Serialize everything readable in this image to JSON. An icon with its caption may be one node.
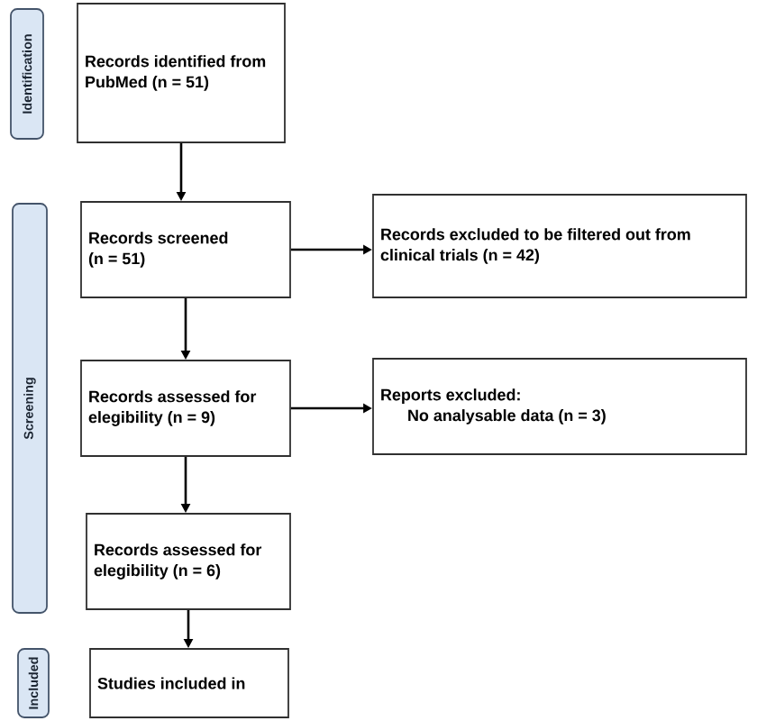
{
  "diagram": {
    "nodes": [
      {
        "text": [
          "Identification"
        ]
      },
      {
        "text": [
          "Records identified from PubMed (n = 51)"
        ]
      },
      {
        "text": [
          "Screening"
        ]
      },
      {
        "text": [
          "Records screened (n = 51)"
        ]
      },
      {
        "text": [
          "Records excluded to be filtered out from clinical trials (n = 42)"
        ]
      },
      {
        "text": [
          "Records assessed for elegibility (n = 9)"
        ]
      },
      {
        "text": [
          "Reports excluded:",
          "No analysable data (n = 3)"
        ]
      },
      {
        "text": [
          "Records assessed for elegibility (n = 6)"
        ]
      },
      {
        "text": [
          "Included"
        ]
      },
      {
        "text": [
          "Studies included in"
        ]
      }
    ],
    "edges": [
      {
        "from": 1,
        "to": 3,
        "arrow": "to"
      },
      {
        "from": 3,
        "to": 4,
        "arrow": "to"
      },
      {
        "from": 3,
        "to": 5,
        "arrow": "to"
      },
      {
        "from": 5,
        "to": 6,
        "arrow": "to"
      },
      {
        "from": 5,
        "to": 7,
        "arrow": "to"
      },
      {
        "from": 7,
        "to": 9,
        "arrow": "to"
      }
    ]
  }
}
